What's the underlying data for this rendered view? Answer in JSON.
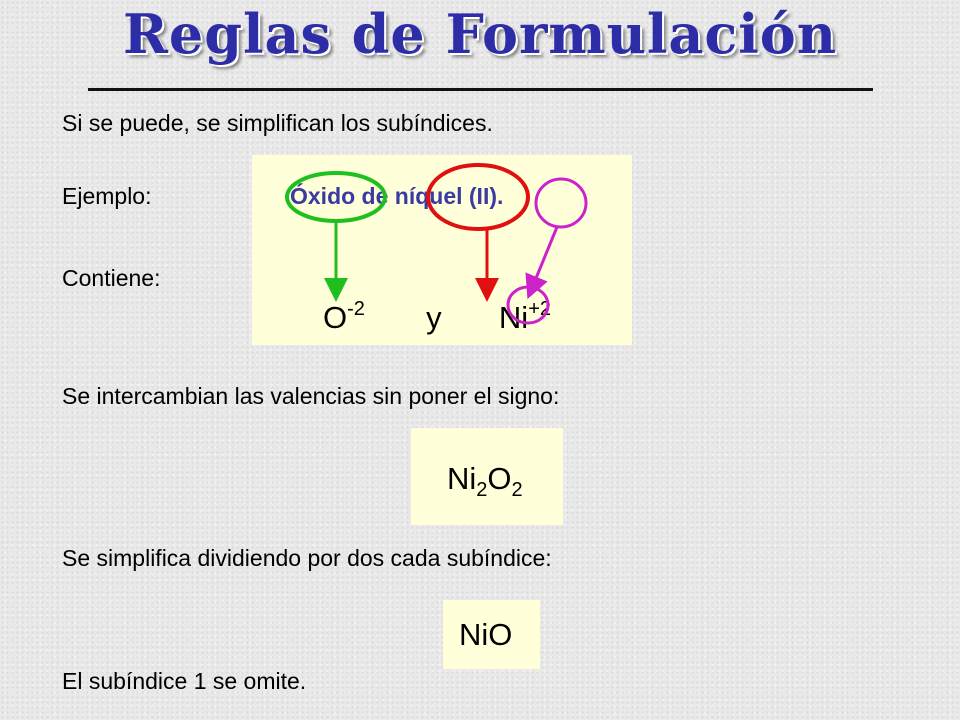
{
  "title": "Reglas de Formulación",
  "lines": {
    "rule": "Si se puede, se simplifican los subíndices.",
    "example_label": "Ejemplo:",
    "contains_label": "Contiene:",
    "exchange": "Se intercambian las valencias sin poner el signo:",
    "simplify": "Se simplifica dividiendo por dos cada subíndice:",
    "omit": "El subíndice 1 se omite."
  },
  "example": {
    "name": "Óxido de níquel (II).",
    "oxygen_symbol": "O",
    "oxygen_charge": "-2",
    "conjunction": "y",
    "nickel_symbol": "Ni",
    "nickel_charge": "+2"
  },
  "formula_exchanged": {
    "el1": "Ni",
    "sub1": "2",
    "el2": "O",
    "sub2": "2"
  },
  "formula_simplified": "NiO",
  "colors": {
    "title": "#2d2da8",
    "name_text": "#3a3aa4",
    "green_mark": "#1fbf1f",
    "red_mark": "#e01010",
    "magenta_mark": "#cc22cc",
    "box_fill": "#ffffd9"
  }
}
